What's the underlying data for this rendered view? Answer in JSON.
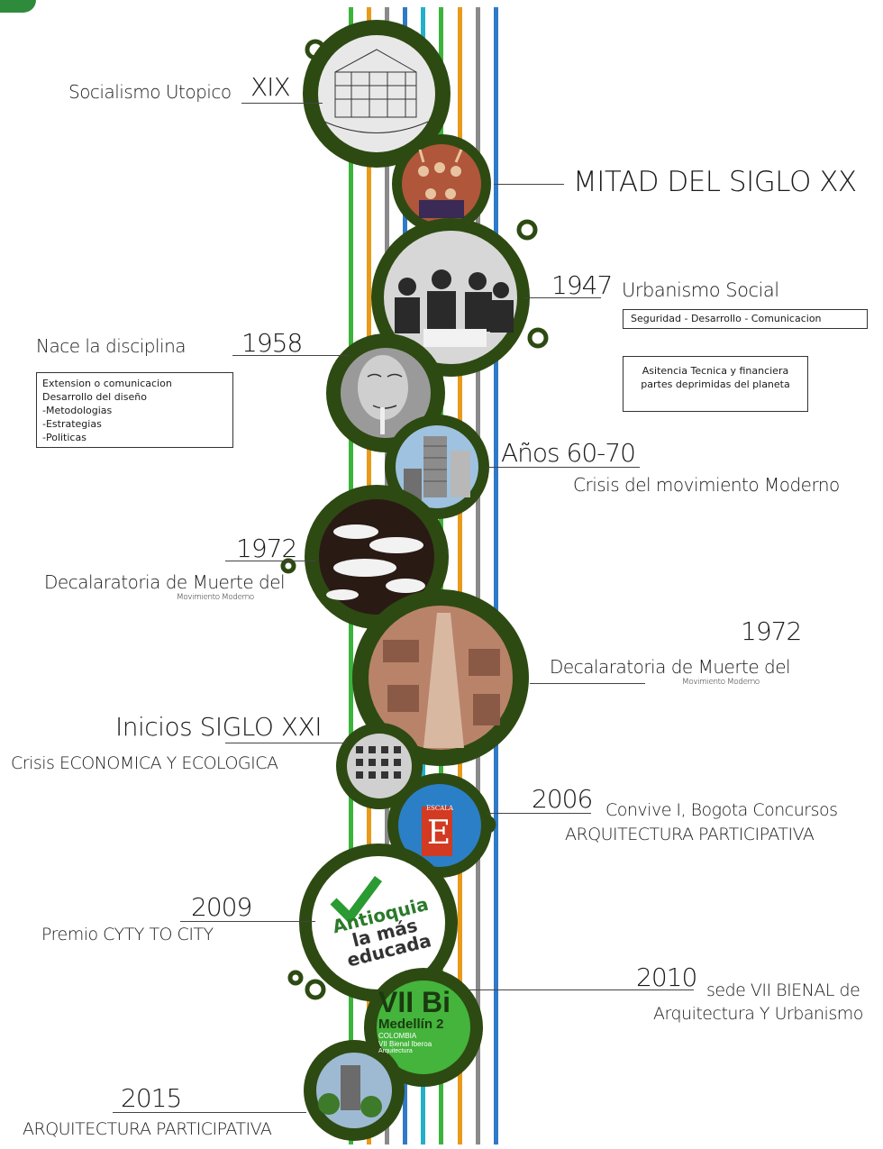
{
  "colors": {
    "circle_ring": "#2d4a12",
    "ring_dark": "#1f350a",
    "line_green": "#3cb43c",
    "line_orange": "#e89a1a",
    "line_gray": "#8a8a8a",
    "line_blue": "#2f7ac8",
    "line_teal": "#23b0c8"
  },
  "events": {
    "xix": {
      "year": "XIX",
      "title": "Socialismo Utopico"
    },
    "mitad": {
      "title": "MITAD DEL SIGLO XX"
    },
    "e1947": {
      "year": "1947",
      "title": "Urbanismo Social",
      "box1": "Seguridad   -   Desarrollo   -   Comunicacion",
      "box2_line1": "Asitencia Tecnica y financiera",
      "box2_line2": "partes deprimidas del planeta"
    },
    "e1958": {
      "year": "1958",
      "title": "Nace la disciplina",
      "items": [
        "Extension o comunicacion",
        "Desarrollo del diseño",
        "-Metodologias",
        "-Estrategias",
        "-Politicas"
      ]
    },
    "e6070": {
      "year": "Años 60-70",
      "title": "Crisis del movimiento Moderno"
    },
    "e1972a": {
      "year": "1972",
      "title": "Decalaratoria de Muerte del",
      "subtitle": "Movimiento Moderno"
    },
    "e1972b": {
      "year": "1972",
      "title": "Decalaratoria de Muerte del",
      "subtitle": "Movimiento Moderno"
    },
    "siglo21": {
      "year": "Inicios SIGLO XXI",
      "title": "Crisis ECONOMICA Y ECOLOGICA"
    },
    "e2006": {
      "year": "2006",
      "title": "Convive I, Bogota Concursos",
      "subtitle": "ARQUITECTURA PARTICIPATIVA"
    },
    "e2009": {
      "year": "2009",
      "title": "Premio CYTY TO CITY"
    },
    "e2010": {
      "year": "2010",
      "title": "sede VII BIENAL de",
      "subtitle": "Arquitectura Y Urbanismo"
    },
    "e2015": {
      "year": "2015",
      "title": "ARQUITECTURA PARTICIPATIVA"
    }
  },
  "images": {
    "escala_label": "ESCALA",
    "escala_letter": "E",
    "antioquia_line1": "Antioquia",
    "antioquia_line2": "la más",
    "antioquia_line3": "educada",
    "bienal_big": "VII Bi",
    "bienal_city": "Medellín 2",
    "bienal_country": "COLOMBIA",
    "bienal_line": "VII Bienal Iberoa",
    "bienal_line2": "Arquitectura"
  }
}
